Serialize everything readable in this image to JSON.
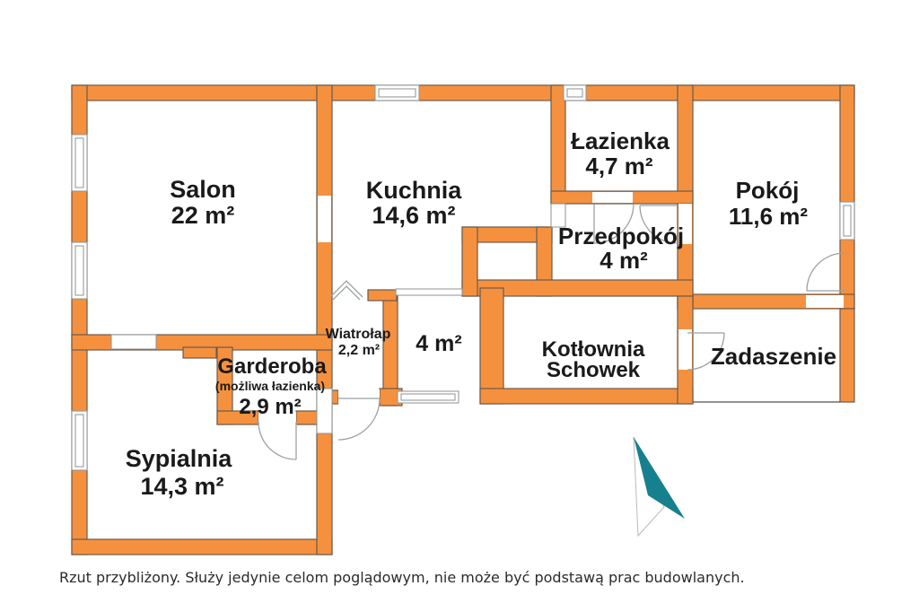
{
  "rooms": {
    "salon": {
      "name": "Salon",
      "area": "22 m²"
    },
    "kuchnia": {
      "name": "Kuchnia",
      "area": "14,6 m²"
    },
    "lazienka": {
      "name": "Łazienka",
      "area": "4,7 m²"
    },
    "pokoj": {
      "name": "Pokój",
      "area": "11,6 m²"
    },
    "przedpokoj": {
      "name": "Przedpokój",
      "area": "4 m²"
    },
    "wiatrolap": {
      "name": "Wiatrołap",
      "area": "2,2 m²"
    },
    "room4": {
      "area": "4 m²"
    },
    "garderoba": {
      "name": "Garderoba",
      "note": "(możliwa łazienka)",
      "area": "2,9 m²"
    },
    "kotlownia": {
      "name": "Kotłownia",
      "name2": "Schowek"
    },
    "zadaszenie": {
      "name": "Zadaszenie"
    },
    "sypialnia": {
      "name": "Sypialnia",
      "area": "14,3 m²"
    }
  },
  "footer": {
    "disclaimer": "Rzut przybliżony. Służy jedynie celom poglądowym, nie może być podstawą prac budowlanych."
  },
  "colors": {
    "wall_fill": "#f5913e",
    "wall_outline": "#6a594c",
    "door_line": "#9aa1a4",
    "window_line": "#8c9193",
    "text_color": "#1a1a1a",
    "compass_color": "#17808f"
  }
}
